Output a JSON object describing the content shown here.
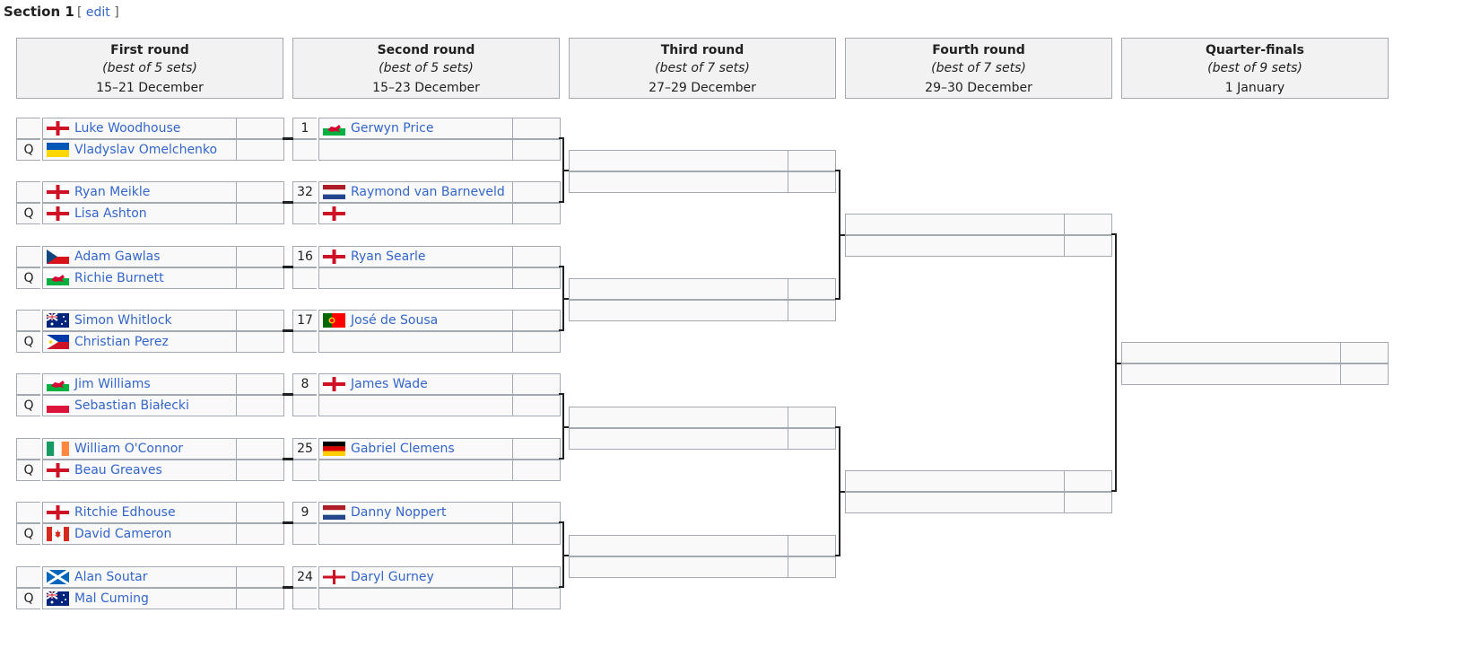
{
  "section": {
    "title": "Section 1",
    "edit_open": "[",
    "edit_label": "edit",
    "edit_close": "]"
  },
  "rounds": [
    {
      "name": "First round",
      "best_of": "(best of 5 sets)",
      "dates": "15–21 December"
    },
    {
      "name": "Second round",
      "best_of": "(best of 5 sets)",
      "dates": "15–23 December"
    },
    {
      "name": "Third round",
      "best_of": "(best of 7 sets)",
      "dates": "27–29 December"
    },
    {
      "name": "Fourth round",
      "best_of": "(best of 7 sets)",
      "dates": "29–30 December"
    },
    {
      "name": "Quarter-finals",
      "best_of": "(best of 9 sets)",
      "dates": "1 January"
    }
  ],
  "first_round": [
    {
      "seed": "",
      "flag": "england-flag",
      "name": "Luke Woodhouse",
      "score": ""
    },
    {
      "seed": "Q",
      "flag": "ukraine-flag",
      "name": "Vladyslav Omelchenko",
      "score": ""
    },
    {
      "seed": "",
      "flag": "england-flag",
      "name": "Ryan Meikle",
      "score": ""
    },
    {
      "seed": "Q",
      "flag": "england-flag",
      "name": "Lisa Ashton",
      "score": ""
    },
    {
      "seed": "",
      "flag": "czech-flag",
      "name": "Adam Gawlas",
      "score": ""
    },
    {
      "seed": "Q",
      "flag": "wales-flag",
      "name": "Richie Burnett",
      "score": ""
    },
    {
      "seed": "",
      "flag": "australia-flag",
      "name": "Simon Whitlock",
      "score": ""
    },
    {
      "seed": "Q",
      "flag": "philippines-flag",
      "name": "Christian Perez",
      "score": ""
    },
    {
      "seed": "",
      "flag": "wales-flag",
      "name": "Jim Williams",
      "score": ""
    },
    {
      "seed": "Q",
      "flag": "poland-flag",
      "name": "Sebastian Białecki",
      "score": ""
    },
    {
      "seed": "",
      "flag": "ireland-flag",
      "name": "William O'Connor",
      "score": ""
    },
    {
      "seed": "Q",
      "flag": "england-flag",
      "name": "Beau Greaves",
      "score": ""
    },
    {
      "seed": "",
      "flag": "england-flag",
      "name": "Ritchie Edhouse",
      "score": ""
    },
    {
      "seed": "Q",
      "flag": "canada-flag",
      "name": "David Cameron",
      "score": ""
    },
    {
      "seed": "",
      "flag": "scotland-flag",
      "name": "Alan Soutar",
      "score": ""
    },
    {
      "seed": "Q",
      "flag": "australia-flag",
      "name": "Mal Cuming",
      "score": ""
    }
  ],
  "second_round": [
    {
      "seed": "1",
      "flag": "wales-flag",
      "name": "Gerwyn Price",
      "score": ""
    },
    {
      "seed": "",
      "flag": "",
      "name": "",
      "score": ""
    },
    {
      "seed": "32",
      "flag": "netherlands-flag",
      "name": "Raymond van Barneveld",
      "score": ""
    },
    {
      "seed": "",
      "flag": "england-flag",
      "name": "",
      "score": ""
    },
    {
      "seed": "16",
      "flag": "england-flag",
      "name": "Ryan Searle",
      "score": ""
    },
    {
      "seed": "",
      "flag": "",
      "name": "",
      "score": ""
    },
    {
      "seed": "17",
      "flag": "portugal-flag",
      "name": "José de Sousa",
      "score": ""
    },
    {
      "seed": "",
      "flag": "",
      "name": "",
      "score": ""
    },
    {
      "seed": "8",
      "flag": "england-flag",
      "name": "James Wade",
      "score": ""
    },
    {
      "seed": "",
      "flag": "",
      "name": "",
      "score": ""
    },
    {
      "seed": "25",
      "flag": "germany-flag",
      "name": "Gabriel Clemens",
      "score": ""
    },
    {
      "seed": "",
      "flag": "",
      "name": "",
      "score": ""
    },
    {
      "seed": "9",
      "flag": "netherlands-flag",
      "name": "Danny Noppert",
      "score": ""
    },
    {
      "seed": "",
      "flag": "",
      "name": "",
      "score": ""
    },
    {
      "seed": "24",
      "flag": "northern-ireland-flag",
      "name": "Daryl Gurney",
      "score": ""
    },
    {
      "seed": "",
      "flag": "",
      "name": "",
      "score": ""
    }
  ],
  "colors": {
    "link": "#3366cc",
    "border": "#a2a9b1",
    "header_bg": "#f2f2f2",
    "cell_bg": "#f9f9f9"
  }
}
